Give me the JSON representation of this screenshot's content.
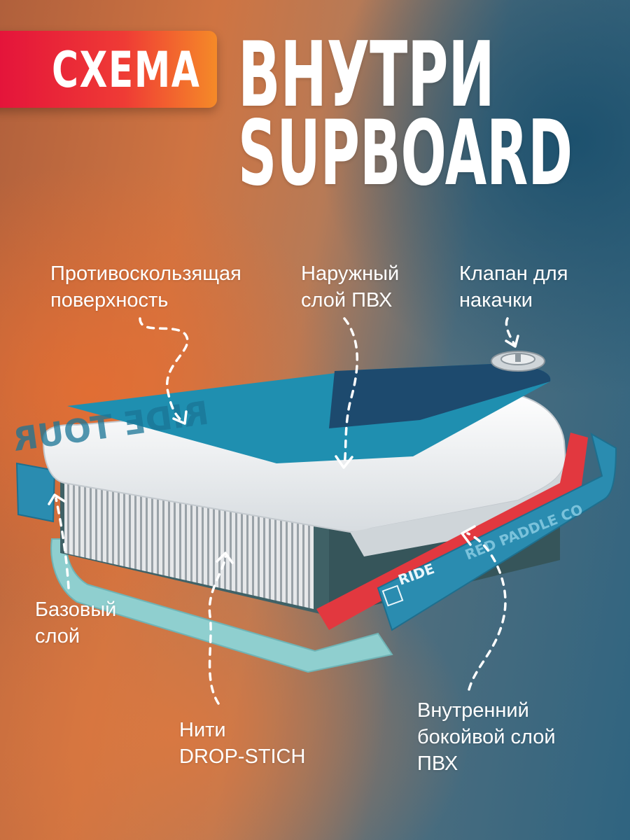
{
  "badge": {
    "text": "СХЕМА"
  },
  "title": {
    "line1": "ВНУТРИ",
    "line2": "SUPBOARD"
  },
  "labels": {
    "anti_slip": "Противоскользящая\nповерхность",
    "outer_pvc": "Наружный\nслой ПВХ",
    "valve": "Клапан для\nнакачки",
    "base_layer": "Базовый\nслой",
    "drop_stitch": "Нити\nDROP-STICH",
    "inner_side_pvc": "Внутренний\nбокойвой слой\nПВХ"
  },
  "board": {
    "brand_text": "RIDE",
    "deck_print": "RIDE TOUR",
    "rail_print": "RED PADDLE CO"
  },
  "colors": {
    "badge_start": "#e3103b",
    "badge_end": "#f58a28",
    "deck_teal": "#1f8fb0",
    "deck_navy": "#1d4a6e",
    "pvc_white": "#e9ecee",
    "core_gray": "#3f6166",
    "rail_red": "#e2383f",
    "rail_teal": "#2a8cb0",
    "base_mint": "#8fcfcf"
  }
}
